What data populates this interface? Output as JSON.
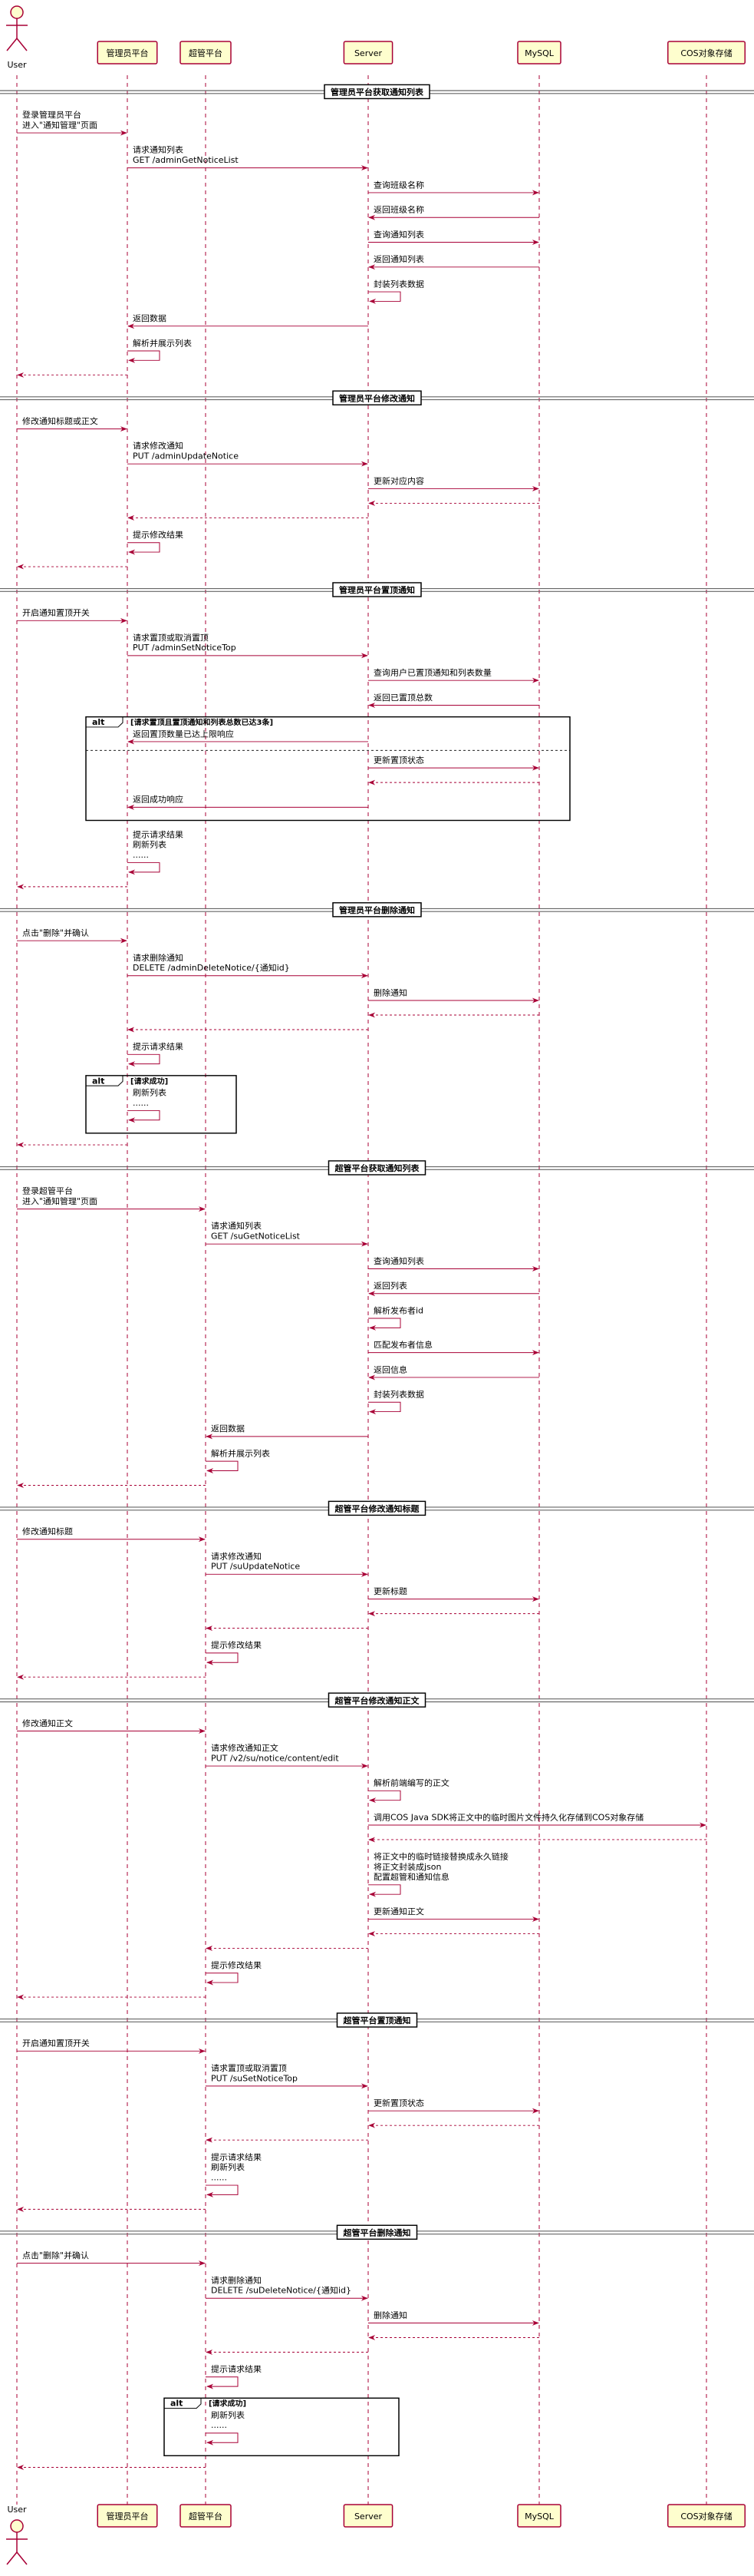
{
  "participants": [
    {
      "id": "user",
      "label": "User",
      "actor": true
    },
    {
      "id": "admin",
      "label": "管理员平台"
    },
    {
      "id": "su",
      "label": "超管平台"
    },
    {
      "id": "server",
      "label": "Server"
    },
    {
      "id": "mysql",
      "label": "MySQL"
    },
    {
      "id": "cos",
      "label": "COS对象存储"
    }
  ],
  "sections": [
    {
      "title": "管理员平台获取通知列表",
      "items": [
        {
          "t": "msg",
          "from": "user",
          "to": "admin",
          "lines": [
            "登录管理员平台",
            "进入\"通知管理\"页面"
          ]
        },
        {
          "t": "msg",
          "from": "admin",
          "to": "server",
          "lines": [
            "请求通知列表",
            "GET /adminGetNoticeList"
          ]
        },
        {
          "t": "msg",
          "from": "server",
          "to": "mysql",
          "lines": [
            "查询班级名称"
          ]
        },
        {
          "t": "msg",
          "from": "mysql",
          "to": "server",
          "lines": [
            "返回班级名称"
          ]
        },
        {
          "t": "msg",
          "from": "server",
          "to": "mysql",
          "lines": [
            "查询通知列表"
          ]
        },
        {
          "t": "msg",
          "from": "mysql",
          "to": "server",
          "lines": [
            "返回通知列表"
          ]
        },
        {
          "t": "msg",
          "from": "server",
          "to": "server",
          "lines": [
            "封装列表数据"
          ]
        },
        {
          "t": "msg",
          "from": "server",
          "to": "admin",
          "lines": [
            "返回数据"
          ]
        },
        {
          "t": "msg",
          "from": "admin",
          "to": "admin",
          "lines": [
            "解析并展示列表"
          ]
        },
        {
          "t": "msg",
          "from": "admin",
          "to": "user",
          "lines": [],
          "dashed": true
        }
      ]
    },
    {
      "title": "管理员平台修改通知",
      "items": [
        {
          "t": "msg",
          "from": "user",
          "to": "admin",
          "lines": [
            "修改通知标题或正文"
          ]
        },
        {
          "t": "msg",
          "from": "admin",
          "to": "server",
          "lines": [
            "请求修改通知",
            "PUT /adminUpdateNotice"
          ]
        },
        {
          "t": "msg",
          "from": "server",
          "to": "mysql",
          "lines": [
            "更新对应内容"
          ]
        },
        {
          "t": "msg",
          "from": "mysql",
          "to": "server",
          "lines": [],
          "dashed": true
        },
        {
          "t": "msg",
          "from": "server",
          "to": "admin",
          "lines": [],
          "dashed": true
        },
        {
          "t": "msg",
          "from": "admin",
          "to": "admin",
          "lines": [
            "提示修改结果"
          ]
        },
        {
          "t": "msg",
          "from": "admin",
          "to": "user",
          "lines": [],
          "dashed": true
        }
      ]
    },
    {
      "title": "管理员平台置顶通知",
      "items": [
        {
          "t": "msg",
          "from": "user",
          "to": "admin",
          "lines": [
            "开启通知置顶开关"
          ]
        },
        {
          "t": "msg",
          "from": "admin",
          "to": "server",
          "lines": [
            "请求置顶或取消置顶",
            "PUT /adminSetNoticeTop"
          ]
        },
        {
          "t": "msg",
          "from": "server",
          "to": "mysql",
          "lines": [
            "查询用户已置顶通知和列表数量"
          ]
        },
        {
          "t": "msg",
          "from": "mysql",
          "to": "server",
          "lines": [
            "返回已置顶总数"
          ]
        },
        {
          "t": "alt",
          "from": "admin",
          "to": "mysql",
          "label": "alt",
          "cond": "[请求置顶且置顶通知和列表总数已达3条]",
          "else": "",
          "before": [
            {
              "t": "msg",
              "from": "server",
              "to": "admin",
              "lines": [
                "返回置顶数量已达上限响应"
              ]
            }
          ],
          "after": [
            {
              "t": "msg",
              "from": "server",
              "to": "mysql",
              "lines": [
                "更新置顶状态"
              ]
            },
            {
              "t": "msg",
              "from": "mysql",
              "to": "server",
              "lines": [],
              "dashed": true
            },
            {
              "t": "msg",
              "from": "server",
              "to": "admin",
              "lines": [
                "返回成功响应"
              ]
            }
          ]
        },
        {
          "t": "msg",
          "from": "admin",
          "to": "admin",
          "lines": [
            "提示请求结果",
            "刷新列表",
            "......"
          ]
        },
        {
          "t": "msg",
          "from": "admin",
          "to": "user",
          "lines": [],
          "dashed": true
        }
      ]
    },
    {
      "title": "管理员平台删除通知",
      "items": [
        {
          "t": "msg",
          "from": "user",
          "to": "admin",
          "lines": [
            "点击\"删除\"并确认"
          ]
        },
        {
          "t": "msg",
          "from": "admin",
          "to": "server",
          "lines": [
            "请求删除通知",
            "DELETE /adminDeleteNotice/{通知id}"
          ]
        },
        {
          "t": "msg",
          "from": "server",
          "to": "mysql",
          "lines": [
            "删除通知"
          ]
        },
        {
          "t": "msg",
          "from": "mysql",
          "to": "server",
          "lines": [],
          "dashed": true
        },
        {
          "t": "msg",
          "from": "server",
          "to": "admin",
          "lines": [],
          "dashed": true
        },
        {
          "t": "msg",
          "from": "admin",
          "to": "admin",
          "lines": [
            "提示请求结果"
          ]
        },
        {
          "t": "alt",
          "from": "admin",
          "to": "su",
          "label": "alt",
          "cond": "[请求成功]",
          "before": [
            {
              "t": "msg",
              "from": "admin",
              "to": "admin",
              "lines": [
                "刷新列表",
                "......"
              ]
            }
          ]
        },
        {
          "t": "msg",
          "from": "admin",
          "to": "user",
          "lines": [],
          "dashed": true
        }
      ]
    },
    {
      "title": "超管平台获取通知列表",
      "items": [
        {
          "t": "msg",
          "from": "user",
          "to": "su",
          "lines": [
            "登录超管平台",
            "进入\"通知管理\"页面"
          ]
        },
        {
          "t": "msg",
          "from": "su",
          "to": "server",
          "lines": [
            "请求通知列表",
            "GET /suGetNoticeList"
          ]
        },
        {
          "t": "msg",
          "from": "server",
          "to": "mysql",
          "lines": [
            "查询通知列表"
          ]
        },
        {
          "t": "msg",
          "from": "mysql",
          "to": "server",
          "lines": [
            "返回列表"
          ]
        },
        {
          "t": "msg",
          "from": "server",
          "to": "server",
          "lines": [
            "解析发布者id"
          ]
        },
        {
          "t": "msg",
          "from": "server",
          "to": "mysql",
          "lines": [
            "匹配发布者信息"
          ]
        },
        {
          "t": "msg",
          "from": "mysql",
          "to": "server",
          "lines": [
            "返回信息"
          ]
        },
        {
          "t": "msg",
          "from": "server",
          "to": "server",
          "lines": [
            "封装列表数据"
          ]
        },
        {
          "t": "msg",
          "from": "server",
          "to": "su",
          "lines": [
            "返回数据"
          ]
        },
        {
          "t": "msg",
          "from": "su",
          "to": "su",
          "lines": [
            "解析并展示列表"
          ]
        },
        {
          "t": "msg",
          "from": "su",
          "to": "user",
          "lines": [],
          "dashed": true
        }
      ]
    },
    {
      "title": "超管平台修改通知标题",
      "items": [
        {
          "t": "msg",
          "from": "user",
          "to": "su",
          "lines": [
            "修改通知标题"
          ]
        },
        {
          "t": "msg",
          "from": "su",
          "to": "server",
          "lines": [
            "请求修改通知",
            "PUT /suUpdateNotice"
          ]
        },
        {
          "t": "msg",
          "from": "server",
          "to": "mysql",
          "lines": [
            "更新标题"
          ]
        },
        {
          "t": "msg",
          "from": "mysql",
          "to": "server",
          "lines": [],
          "dashed": true
        },
        {
          "t": "msg",
          "from": "server",
          "to": "su",
          "lines": [],
          "dashed": true
        },
        {
          "t": "msg",
          "from": "su",
          "to": "su",
          "lines": [
            "提示修改结果"
          ]
        },
        {
          "t": "msg",
          "from": "su",
          "to": "user",
          "lines": [],
          "dashed": true
        }
      ]
    },
    {
      "title": "超管平台修改通知正文",
      "items": [
        {
          "t": "msg",
          "from": "user",
          "to": "su",
          "lines": [
            "修改通知正文"
          ]
        },
        {
          "t": "msg",
          "from": "su",
          "to": "server",
          "lines": [
            "请求修改通知正文",
            "PUT /v2/su/notice/content/edit"
          ]
        },
        {
          "t": "msg",
          "from": "server",
          "to": "server",
          "lines": [
            "解析前端编写的正文"
          ]
        },
        {
          "t": "msg",
          "from": "server",
          "to": "cos",
          "lines": [
            "调用COS Java SDK将正文中的临时图片文件持久化存储到COS对象存储"
          ]
        },
        {
          "t": "msg",
          "from": "cos",
          "to": "server",
          "lines": [],
          "dashed": true
        },
        {
          "t": "msg",
          "from": "server",
          "to": "server",
          "lines": [
            "将正文中的临时链接替换成永久链接",
            "将正文封装成json",
            "配置超管和通知信息"
          ]
        },
        {
          "t": "msg",
          "from": "server",
          "to": "mysql",
          "lines": [
            "更新通知正文"
          ]
        },
        {
          "t": "msg",
          "from": "mysql",
          "to": "server",
          "lines": [],
          "dashed": true
        },
        {
          "t": "msg",
          "from": "server",
          "to": "su",
          "lines": [],
          "dashed": true
        },
        {
          "t": "msg",
          "from": "su",
          "to": "su",
          "lines": [
            "提示修改结果"
          ]
        },
        {
          "t": "msg",
          "from": "su",
          "to": "user",
          "lines": [],
          "dashed": true
        }
      ]
    },
    {
      "title": "超管平台置顶通知",
      "items": [
        {
          "t": "msg",
          "from": "user",
          "to": "su",
          "lines": [
            "开启通知置顶开关"
          ]
        },
        {
          "t": "msg",
          "from": "su",
          "to": "server",
          "lines": [
            "请求置顶或取消置顶",
            "PUT /suSetNoticeTop"
          ]
        },
        {
          "t": "msg",
          "from": "server",
          "to": "mysql",
          "lines": [
            "更新置顶状态"
          ]
        },
        {
          "t": "msg",
          "from": "mysql",
          "to": "server",
          "lines": [],
          "dashed": true
        },
        {
          "t": "msg",
          "from": "server",
          "to": "su",
          "lines": [],
          "dashed": true
        },
        {
          "t": "msg",
          "from": "su",
          "to": "su",
          "lines": [
            "提示请求结果",
            "刷新列表",
            "......"
          ]
        },
        {
          "t": "msg",
          "from": "su",
          "to": "user",
          "lines": [],
          "dashed": true
        }
      ]
    },
    {
      "title": "超管平台删除通知",
      "items": [
        {
          "t": "msg",
          "from": "user",
          "to": "su",
          "lines": [
            "点击\"删除\"并确认"
          ]
        },
        {
          "t": "msg",
          "from": "su",
          "to": "server",
          "lines": [
            "请求删除通知",
            "DELETE /suDeleteNotice/{通知id}"
          ]
        },
        {
          "t": "msg",
          "from": "server",
          "to": "mysql",
          "lines": [
            "删除通知"
          ]
        },
        {
          "t": "msg",
          "from": "mysql",
          "to": "server",
          "lines": [],
          "dashed": true
        },
        {
          "t": "msg",
          "from": "server",
          "to": "su",
          "lines": [],
          "dashed": true
        },
        {
          "t": "msg",
          "from": "su",
          "to": "su",
          "lines": [
            "提示请求结果"
          ]
        },
        {
          "t": "alt",
          "from": "su",
          "to": "server",
          "label": "alt",
          "cond": "[请求成功]",
          "before": [
            {
              "t": "msg",
              "from": "su",
              "to": "su",
              "lines": [
                "刷新列表",
                "......"
              ]
            }
          ]
        },
        {
          "t": "msg",
          "from": "su",
          "to": "user",
          "lines": [],
          "dashed": true
        }
      ]
    }
  ],
  "colors": {
    "arrow": "#a80036",
    "lifeline": "#a80036",
    "participant_fill": "#fefece",
    "participant_border": "#a80036",
    "separator": "#666666"
  }
}
